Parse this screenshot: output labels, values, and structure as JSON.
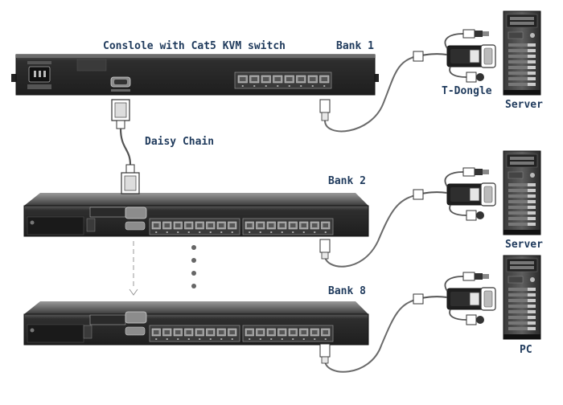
{
  "labels": {
    "console_title": "Conslole with Cat5 KVM switch",
    "bank1": "Bank 1",
    "bank2": "Bank 2",
    "bank8": "Bank 8",
    "daisy_chain": "Daisy Chain",
    "t_dongle": "T-Dongle",
    "server1": "Server",
    "server2": "Server",
    "pc": "PC"
  },
  "colors": {
    "label_text": "#1f3a5c",
    "chassis_dark": "#2b2b2b",
    "chassis_mid": "#4a4a4a",
    "chassis_light": "#7a7a7a",
    "port_fill": "#9a9a9a",
    "cable": "#6a6a6a",
    "background": "#ffffff"
  },
  "icons": [
    "ac-power-socket",
    "vga-port",
    "rj45-port",
    "t-dongle",
    "tower-computer",
    "rj45-plug"
  ]
}
